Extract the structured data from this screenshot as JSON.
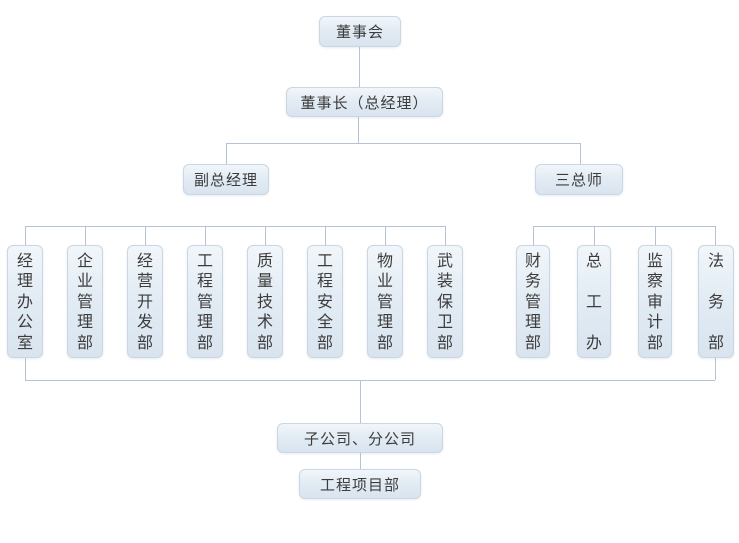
{
  "colors": {
    "node_fill_top": "#f1f6fa",
    "node_fill_bottom": "#d9e4ef",
    "node_border": "#c9d6e3",
    "connector_line": "#b5c3d5",
    "text": "#3c3c3c",
    "background": "#ffffff"
  },
  "chart": {
    "type": "org-chart",
    "board": "董事会",
    "chairman": "董事长（总经理）",
    "deputy_gm": "副总经理",
    "three_chiefs": "三总师",
    "deputy_departments": [
      "经理办公室",
      "企业管理部",
      "经营开发部",
      "工程管理部",
      "质量技术部",
      "工程安全部",
      "物业管理部",
      "武装保卫部"
    ],
    "chief_departments": [
      "财务管理部",
      "总工办",
      "监察审计部",
      "法务部"
    ],
    "subsidiaries": "子公司、分公司",
    "project_dept": "工程项目部"
  }
}
